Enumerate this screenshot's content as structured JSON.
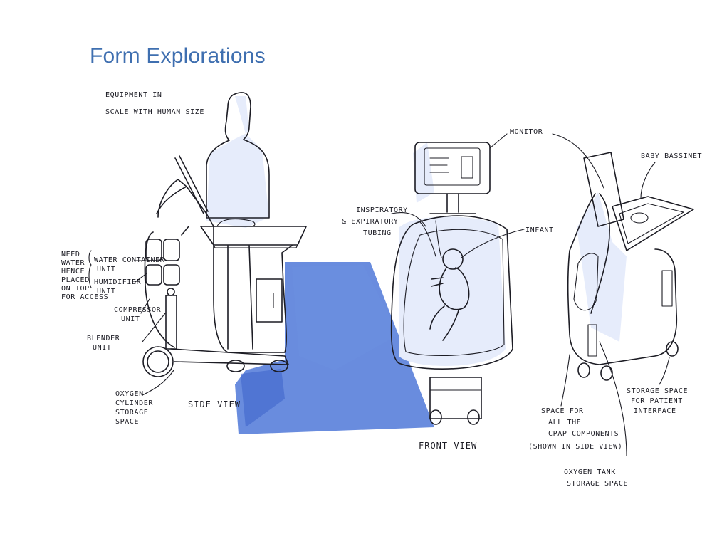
{
  "page": {
    "title": "Form Explorations"
  },
  "colors": {
    "title": "#3f6fb0",
    "marker_blue": "#4f78d8",
    "marker_light": "#e6ecfb",
    "ink": "#1c1c24"
  },
  "annotations": {
    "side": {
      "equipment_line1": "EQUIPMENT IN",
      "equipment_line2": "SCALE WITH HUMAN SIZE",
      "need_water": [
        "NEED",
        "WATER",
        "HENCE",
        "PLACED",
        "ON TOP",
        "FOR ACCESS"
      ],
      "water_container": [
        "WATER CONTAINER",
        "UNIT"
      ],
      "humidifier": [
        "HUMIDIFIER",
        "UNIT"
      ],
      "compressor": [
        "COMPRESSOR",
        "UNIT"
      ],
      "blender": [
        "BLENDER",
        "UNIT"
      ],
      "oxygen_cylinder": [
        "OXYGEN",
        "CYLINDER",
        "STORAGE",
        "SPACE"
      ],
      "view_label": "SIDE VIEW"
    },
    "front": {
      "monitor": "MONITOR",
      "inspiratory": [
        "INSPIRATORY",
        "& EXPIRATORY",
        "TUBING"
      ],
      "infant": "INFANT",
      "view_label": "FRONT VIEW"
    },
    "right": {
      "baby_bassinet": "BABY BASSINET",
      "storage_patient": [
        "STORAGE SPACE",
        "FOR PATIENT",
        "INTERFACE"
      ],
      "cpap_space": [
        "SPACE FOR",
        "ALL THE",
        "CPAP COMPONENTS",
        "(SHOWN IN SIDE VIEW)"
      ],
      "oxygen_tank": [
        "OXYGEN TANK",
        "STORAGE SPACE"
      ]
    }
  }
}
